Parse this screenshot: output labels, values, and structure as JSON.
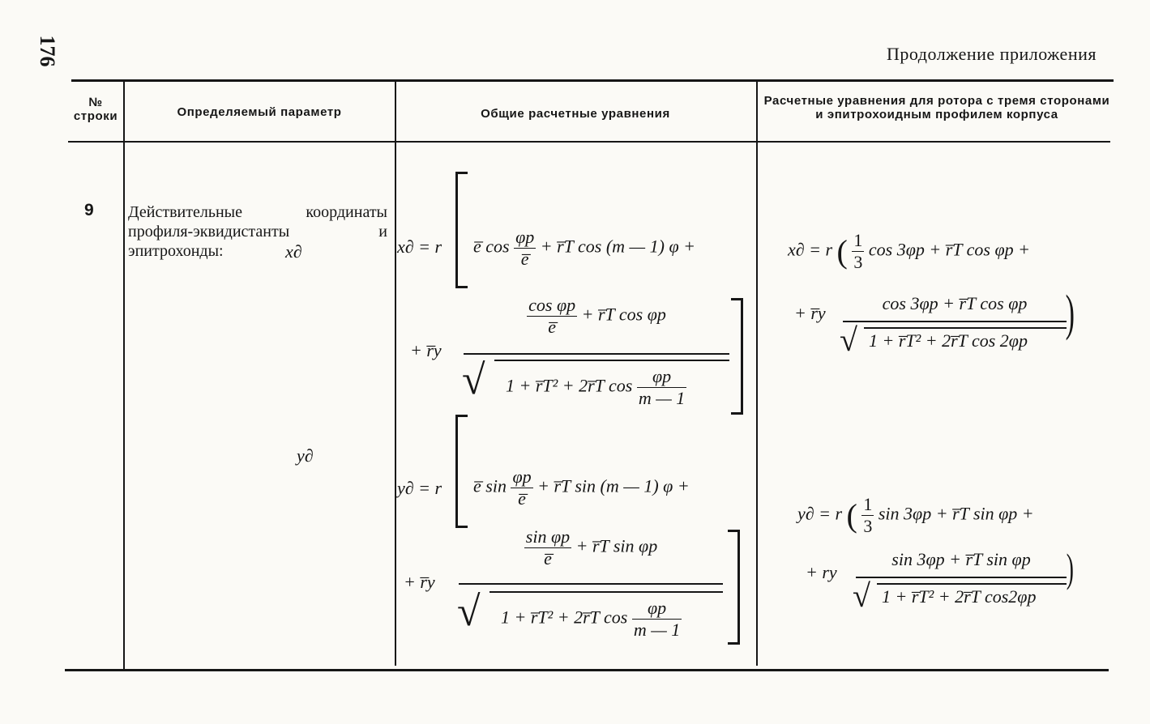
{
  "page": {
    "number": "176",
    "running_title": "Продолжение приложения"
  },
  "table": {
    "headers": {
      "row_no": "№ строки",
      "parameter": "Определяемый параметр",
      "general": "Общие расчетные уравнения",
      "specific": "Расчетные уравнения для ротора с тремя сторонами и эпитрохоидным профилем корпуса"
    },
    "row": {
      "number": "9",
      "parameter_text": "Действительные координаты профиля-эквидистанты и эпитрохонды:",
      "symbol_x": "x∂",
      "symbol_y": "y∂"
    },
    "formulas": {
      "x_general": {
        "lhs": "x∂ = r",
        "term1_pre": "e̅ cos",
        "frac_num": "φp",
        "frac_den": "e̅",
        "term1_post": "+ r̅T cos (m — 1) φ +",
        "term2_pre": "+ r̅y",
        "inner_num_a": "cos φp",
        "inner_den_a": "e̅",
        "inner_num_b": "+ r̅T cos φp",
        "sqrt_body": "1 + r̅T² + 2r̅T cos",
        "sqrt_frac_num": "φp",
        "sqrt_frac_den": "m — 1"
      },
      "y_general": {
        "lhs": "y∂ = r",
        "term1_pre": "e̅ sin",
        "frac_num": "φp",
        "frac_den": "e̅",
        "term1_post": "+ r̅T sin (m — 1) φ +",
        "term2_pre": "+ r̅y",
        "inner_num_a": "sin φp",
        "inner_den_a": "e̅",
        "inner_num_b": "+ r̅T sin φp",
        "sqrt_body": "1 + r̅T² + 2r̅T cos",
        "sqrt_frac_num": "φp",
        "sqrt_frac_den": "m — 1"
      },
      "x_specific": {
        "lhs": "x∂ = r",
        "frac_num": "1",
        "frac_den": "3",
        "line1_post": "cos 3φp + r̅T cos φp +",
        "line2_pre": "+ r̅y",
        "num": "cos 3φp + r̅T cos φp",
        "sqrt_body": "1 + r̅T² + 2r̅T cos 2φp"
      },
      "y_specific": {
        "lhs": "y∂ = r",
        "frac_num": "1",
        "frac_den": "3",
        "line1_post": "sin 3φp + r̅T sin φp +",
        "line2_pre": "+ ry",
        "num": "sin 3φp + r̅T sin φp",
        "sqrt_body": "1 + r̅T² + 2r̅T cos2φp"
      }
    }
  }
}
